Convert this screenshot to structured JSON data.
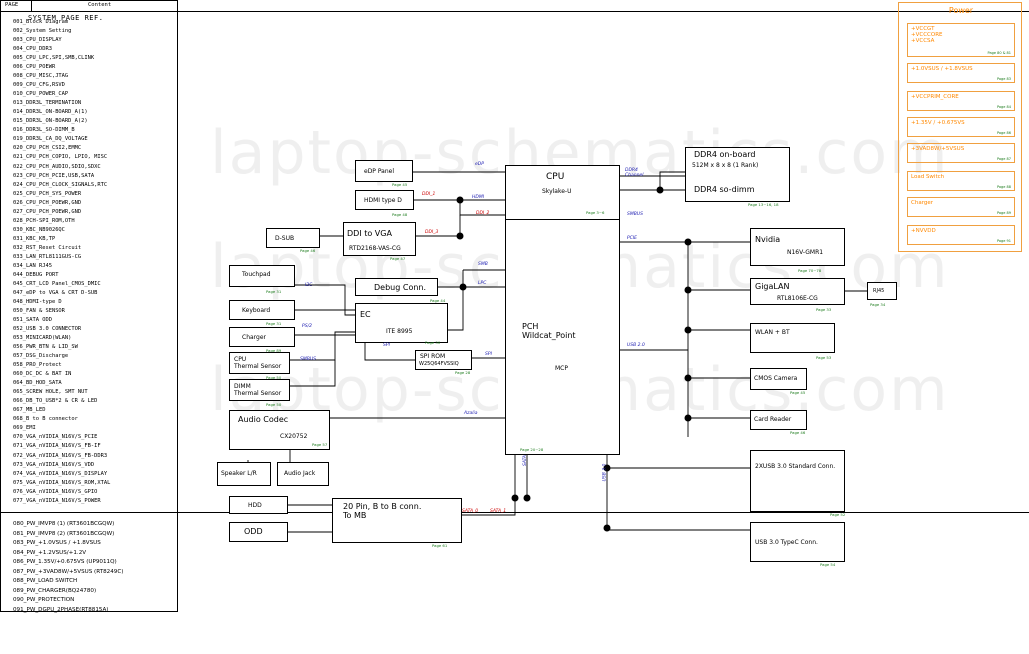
{
  "page_title": "SYSTEM PAGE REF.",
  "index": {
    "col_page": "PAGE",
    "col_content": "Content",
    "items": [
      "001_Block Diagram",
      "002_System Setting",
      "003_CPU_DISPLAY",
      "004_CPU_DDR3",
      "005_CPU_LPC,SPI,SMB,CLINK",
      "006_CPU_POEWR",
      "008_CPU_MISC,JTAG",
      "009_CPU_CFG,RSVD",
      "010_CPU_POWER_CAP",
      "013_DDR3L_TERMINATION",
      "014_DDR3L_ON-BOARD_A(1)",
      "015_DDR3L_ON-BOARD_A(2)",
      "016_DDR3L_SO-DIMM_B",
      "019_DDR3L_CA_DQ_VOLTAGE",
      "020_CPU_PCH_CSI2,EMMC",
      "021_CPU_PCH_COPIO, LPIO, MISC",
      "022_CPU_PCH_AUDIO,SDIO,SDXC",
      "023_CPU_PCH_PCIE,USB,SATA",
      "024_CPU_PCH_CLOCK_SIGNALS,RTC",
      "025_CPU_PCH_SYS_POWER",
      "026_CPU_PCH_POEWR,GND",
      "027_CPU_PCH_POEWR,GND",
      "028_PCH-SPI_ROM,OTH",
      "030_KBC_NB9026QC",
      "031_KBC_KB,TP",
      "032_RST_Reset Circuit",
      "033_LAN_RTL8111GUS-CG",
      "034_LAN RJ45",
      "044_DEBUG PORT",
      "045_CRT_LCD Panel_CMOS_DMIC",
      "047_eDP to VGA & CRT D-SUB",
      "048_HDMI-type D",
      "050_FAN & SENSOR",
      "051_SATA ODD",
      "052_USB 3.0 CONNECTOR",
      "053_MINICARD(WLAN)",
      "056_PWR_BTN & LID_SW",
      "057_DSG_Discharge",
      "058_PRO_Protect",
      "060_DC_DC & BAT IN",
      "064_BD_HOD_SATA",
      "065_SCREW HOLE, SMT NUT",
      "066_DB_TO_USB*2 & CR & LED",
      "067_MB_LED",
      "068_B to B connector",
      "069_EMI",
      "070_VGA_nVIDIA_N16V/S_PCIE",
      "071_VGA_nVIDIA_N16V/S_FB-IF",
      "072_VGA_nVIDIA_N16V/S_FB-DDR3",
      "073_VGA_nVIDIA_N16V/S_VDD",
      "074_VGA_nVIDIA_N16V/S_DISPLAY",
      "075_VGA_nVIDIA_N16V/S_ROM,XTAL",
      "076_VGA_nVIDIA_N16V/S_GPIO",
      "077_VGA_nVIDIA_N16V/S_POWER"
    ],
    "power_items": [
      "080_PW_IMVP8 (1) (RT3601BCGQW)",
      "081_PW_IMVP8 (2) (RT3601BCGQW)",
      "083_PW_+1.0VSUS / +1.8VSUS",
      "084_PW_+1.2VSUS/+1.2V",
      "086_PW_1.35V/+0.675VS (UP9011Q)",
      "087_PW_+3VAD8W/+5VSUS (RT8249C)",
      "088_PW_LOAD SWITCH",
      "089_PW_CHARGER(BQ24780)",
      "090_PW_PROTECTION",
      "091_PW_DGPU_2PHASE(RT8815A)"
    ]
  },
  "watermark": "laptop-schematics.com",
  "power": {
    "title": "Power",
    "rails": [
      {
        "label": "+VCCGT\n+VCCCORE\n+VCCSA",
        "page": "Page 80 & 81"
      },
      {
        "label": "+1.0VSUS / +1.8VSUS",
        "page": "Page 83"
      },
      {
        "label": "+VCCPRIM_CORE",
        "page": "Page 84"
      },
      {
        "label": "+1.35V / +0.675VS",
        "page": "Page 86"
      },
      {
        "label": "+3VAD8W/+5VSUS",
        "page": "Page 87"
      },
      {
        "label": "Load Switch",
        "page": "Page 88"
      },
      {
        "label": "Charger",
        "page": "Page 89"
      },
      {
        "label": "+NVVDD",
        "page": "Page 91"
      }
    ]
  },
  "blocks": {
    "cpu": {
      "title": "CPU",
      "sub": "Skylake-U",
      "page": "Page 3~6"
    },
    "pch": {
      "title": "PCH\nWildcat_Point",
      "sub": "MCP",
      "page": "Page 20~28"
    },
    "ddr_onboard": {
      "title": "DDR4 on-board",
      "sub": "512M x 8 x 8 (1 Rank)"
    },
    "ddr_sodimm": {
      "title": "DDR4 so-dimm",
      "page": "Page 13~16, 18"
    },
    "nvidia": {
      "title": "Nvidia",
      "sub": "N16V-GMR1",
      "page": "Page 70~78"
    },
    "gigalan": {
      "title": "GigaLAN",
      "sub": "RTL8106E-CG",
      "page": "Page 33"
    },
    "rj45": {
      "title": "RJ45",
      "page": "Page 34"
    },
    "wlan": {
      "title": "WLAN + BT",
      "page": "Page 53"
    },
    "cmos": {
      "title": "CMOS Camera",
      "page": "Page 45"
    },
    "cardreader": {
      "title": "Card Reader",
      "page": "Page 46"
    },
    "usb3std": {
      "title": "2XUSB 3.0 Standard Conn.",
      "page": "Page 52"
    },
    "usbc": {
      "title": "USB 3.0 TypeC Conn.",
      "page": "Page 54"
    },
    "edp": {
      "title": "eDP Panel",
      "page": "Page 45"
    },
    "hdmi": {
      "title": "HDMI type D",
      "page": "Page 48"
    },
    "ddivga": {
      "title": "DDI to VGA",
      "sub": "RTD2168-VAS-CG",
      "page": "Page 47"
    },
    "dsub": {
      "title": "D-SUB",
      "page": "Page 46"
    },
    "debug": {
      "title": "Debug Conn.",
      "page": "Page 44"
    },
    "ec": {
      "title": "EC",
      "sub": "ITE 8995",
      "page": "Page 30"
    },
    "touchpad": {
      "title": "Touchpad",
      "page": "Page 31"
    },
    "keyboard": {
      "title": "Keyboard",
      "page": "Page 31"
    },
    "charger": {
      "title": "Charger",
      "page": "Page 89"
    },
    "cputherm": {
      "title": "CPU\nThermal Sensor",
      "page": "Page 50"
    },
    "dimmtherm": {
      "title": "DIMM\nThermal Sensor",
      "page": "Page 50"
    },
    "spirom": {
      "title": "SPI ROM",
      "sub": "W25Q64FVSSIQ",
      "page": "Page 28"
    },
    "audio": {
      "title": "Audio Codec",
      "sub": "CX20752",
      "page": "Page 57"
    },
    "speaker": {
      "title": "Speaker L/R"
    },
    "audiojack": {
      "title": "Audio Jack"
    },
    "hdd": {
      "title": "HDD"
    },
    "odd": {
      "title": "ODD"
    },
    "b2b": {
      "title": "20 Pin, B to B conn.\nTo MB",
      "page": "Page 61"
    }
  },
  "signals": {
    "edp": "eDP",
    "ddi1": "DDI_1",
    "ddi2": "DDI_2",
    "ddi3": "DDI_3",
    "smb": "SMB",
    "i2c": "I2C",
    "lpc": "LPC",
    "spi": "SPI",
    "spi2": "SPI",
    "pcie": "PCIE",
    "usb": "USB 2.0",
    "usb3": "USB 3.0",
    "ps2": "PS/2",
    "smbus": "SMBUS",
    "smbus2": "SMBUS",
    "azalia": "Azalia",
    "sata": "SATA",
    "sata0": "SATA_0",
    "sata1": "SATA_1",
    "ddr": "DDR4\nChannel",
    "hdmi": "HDMI",
    "pcie2": "PCIE"
  }
}
